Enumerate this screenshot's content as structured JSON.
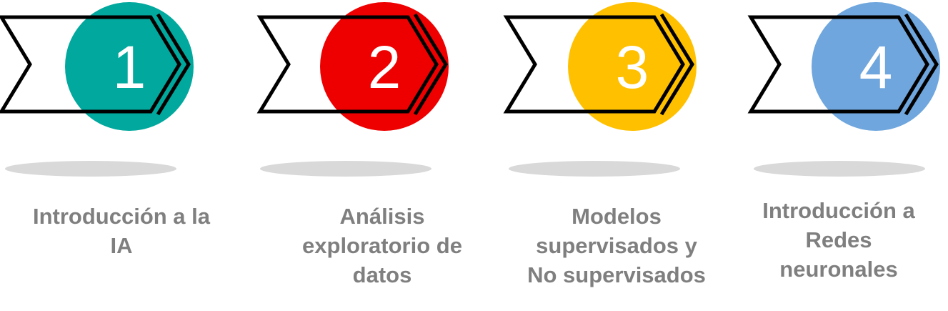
{
  "colors": {
    "teal": "#00a89d",
    "red": "#ee0000",
    "amber": "#ffc000",
    "blue": "#6ea6dd",
    "label": "#7f7f7f",
    "shadow": "#d9d9d9",
    "outline": "#000000"
  },
  "steps": [
    {
      "number": "1",
      "color": "#00a89d",
      "icon": "chevron-arrow-icon",
      "label_lines": [
        "Introducción a la",
        "IA"
      ]
    },
    {
      "number": "2",
      "color": "#ee0000",
      "icon": "chevron-arrow-icon",
      "label_lines": [
        "Análisis",
        "exploratorio de",
        "datos"
      ]
    },
    {
      "number": "3",
      "color": "#ffc000",
      "icon": "chevron-arrow-icon",
      "label_lines": [
        "Modelos",
        "supervisados y",
        "No supervisados"
      ]
    },
    {
      "number": "4",
      "color": "#6ea6dd",
      "icon": "chevron-arrow-icon",
      "label_lines": [
        "Introducción a",
        "Redes",
        "neuronales"
      ]
    }
  ]
}
